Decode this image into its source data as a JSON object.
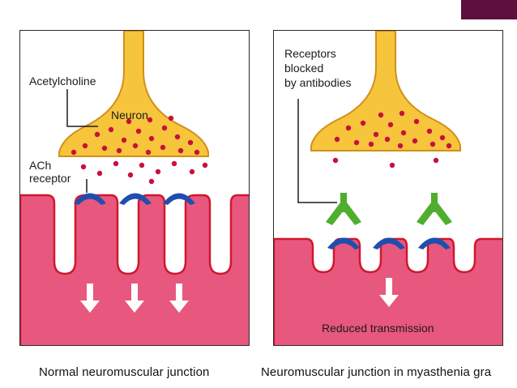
{
  "left_panel": {
    "labels": {
      "acetylcholine": "Acetylcholine",
      "neuron": "Neuron",
      "ach": "ACh",
      "receptor": "receptor"
    },
    "caption": "Normal neuromuscular junction"
  },
  "right_panel": {
    "labels": {
      "receptors_line1": "Receptors",
      "receptors_line2": "blocked",
      "receptors_line3": "by antibodies",
      "reduced": "Reduced transmission"
    },
    "caption": "Neuromuscular junction in myasthenia gra"
  },
  "colors": {
    "neuron_fill": "#f6c53c",
    "neuron_stroke": "#d28f1a",
    "vesicle": "#c8103c",
    "muscle_fill": "#e8577e",
    "muscle_stroke": "#d0182d",
    "receptor": "#1e4fb0",
    "antibody": "#4fae2e",
    "corner_block": "#5e0f3e"
  },
  "icons": {
    "arrow": "down-arrow-icon",
    "antibody": "antibody-y-icon"
  }
}
